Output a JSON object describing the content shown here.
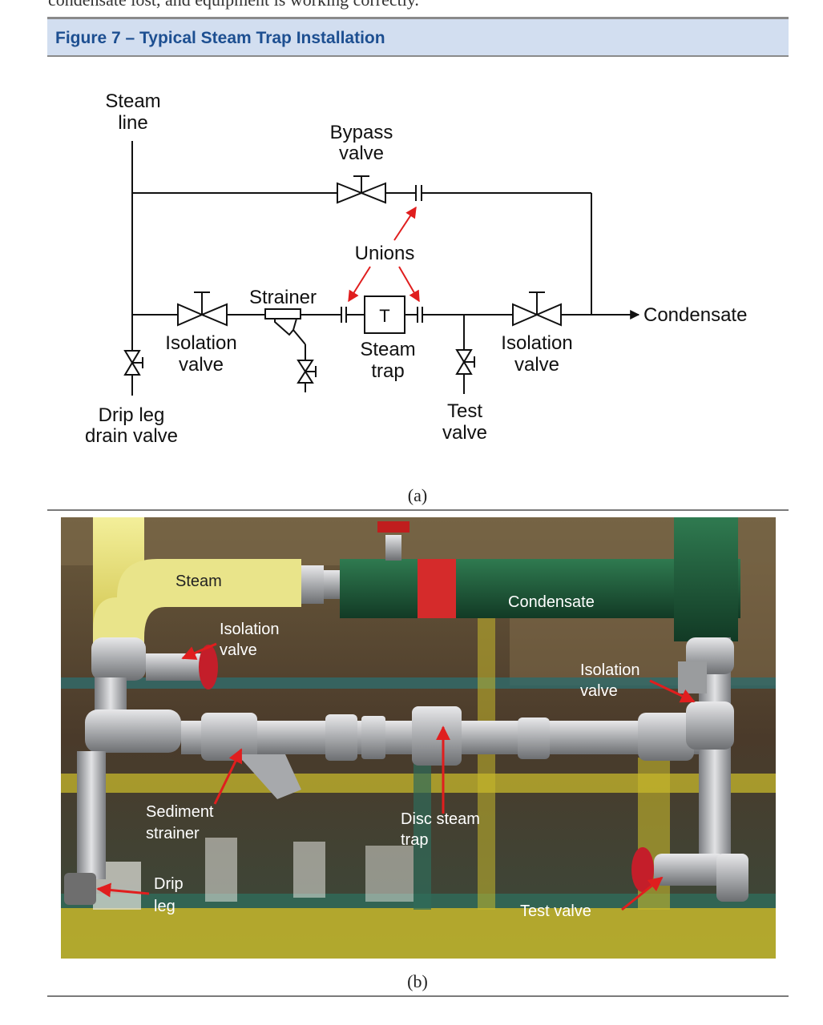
{
  "page": {
    "top_text": "condensate lost, and equipment is working correctly."
  },
  "figure": {
    "title": "Figure 7 – Typical Steam Trap Installation",
    "caption_a": "(a)",
    "caption_b": "(b)"
  },
  "diagram": {
    "labels": {
      "steam_line_1": "Steam",
      "steam_line_2": "line",
      "bypass_1": "Bypass",
      "bypass_2": "valve",
      "unions": "Unions",
      "strainer": "Strainer",
      "trap_symbol": "T",
      "iso_left_1": "Isolation",
      "iso_left_2": "valve",
      "steam_trap_1": "Steam",
      "steam_trap_2": "trap",
      "iso_right_1": "Isolation",
      "iso_right_2": "valve",
      "condensate": "Condensate",
      "drip_leg_1": "Drip leg",
      "drip_leg_2": "drain valve",
      "test_valve_1": "Test",
      "test_valve_2": "valve"
    }
  },
  "photo": {
    "labels": {
      "steam": "Steam",
      "condensate": "Condensate",
      "iso_left_1": "Isolation",
      "iso_left_2": "valve",
      "iso_right_1": "Isolation",
      "iso_right_2": "valve",
      "sediment_1": "Sediment",
      "sediment_2": "strainer",
      "disc_1": "Disc steam",
      "disc_2": "trap",
      "drip_1": "Drip",
      "drip_2": "leg",
      "test_valve": "Test valve"
    }
  },
  "colors": {
    "header_bg": "#d2def0",
    "title_text": "#1d4f91",
    "arrow": "#e01e1e",
    "steam_pipe": "#e8e47a",
    "condensate_pipe": "#1f5a3a"
  }
}
